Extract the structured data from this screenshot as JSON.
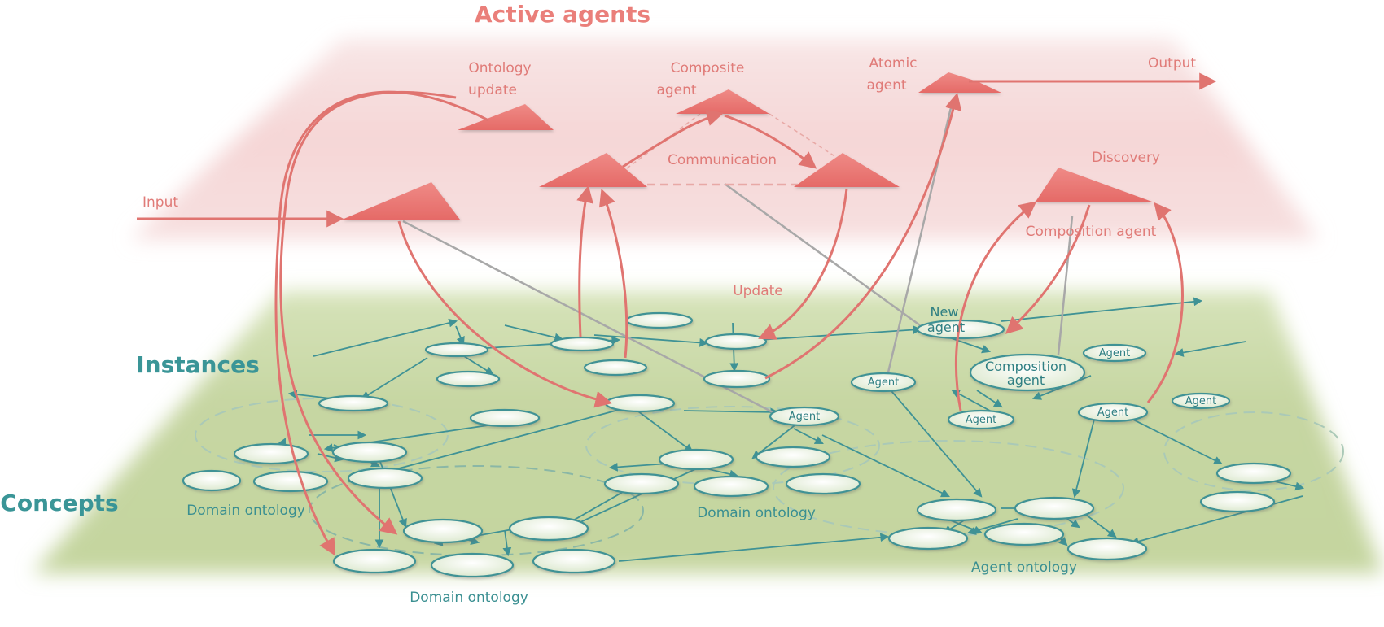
{
  "labels": {
    "active_agents": "Active agents",
    "instances": "Instances",
    "concepts": "Concepts",
    "input": "Input",
    "output": "Output",
    "ontology_update_1": "Ontology",
    "ontology_update_2": "update",
    "composite_agent_1": "Composite",
    "composite_agent_2": "agent",
    "atomic_agent_1": "Atomic",
    "atomic_agent_2": "agent",
    "communication": "Communication",
    "discovery": "Discovery",
    "composition_agent": "Composition agent",
    "update": "Update",
    "new_agent_1": "New",
    "new_agent_2": "agent",
    "composition_node_1": "Composition",
    "composition_node_2": "agent",
    "agent": "Agent",
    "domain_ontology": "Domain ontology",
    "agent_ontology": "Agent ontology"
  },
  "colors": {
    "agent_red": "#e8706d",
    "arrow_red": "#e07470",
    "node_teal": "#3f9295",
    "plane_green": "#c7d7a3",
    "plane_pink": "#f6d9d9",
    "link_gray": "#a8a8a8"
  }
}
